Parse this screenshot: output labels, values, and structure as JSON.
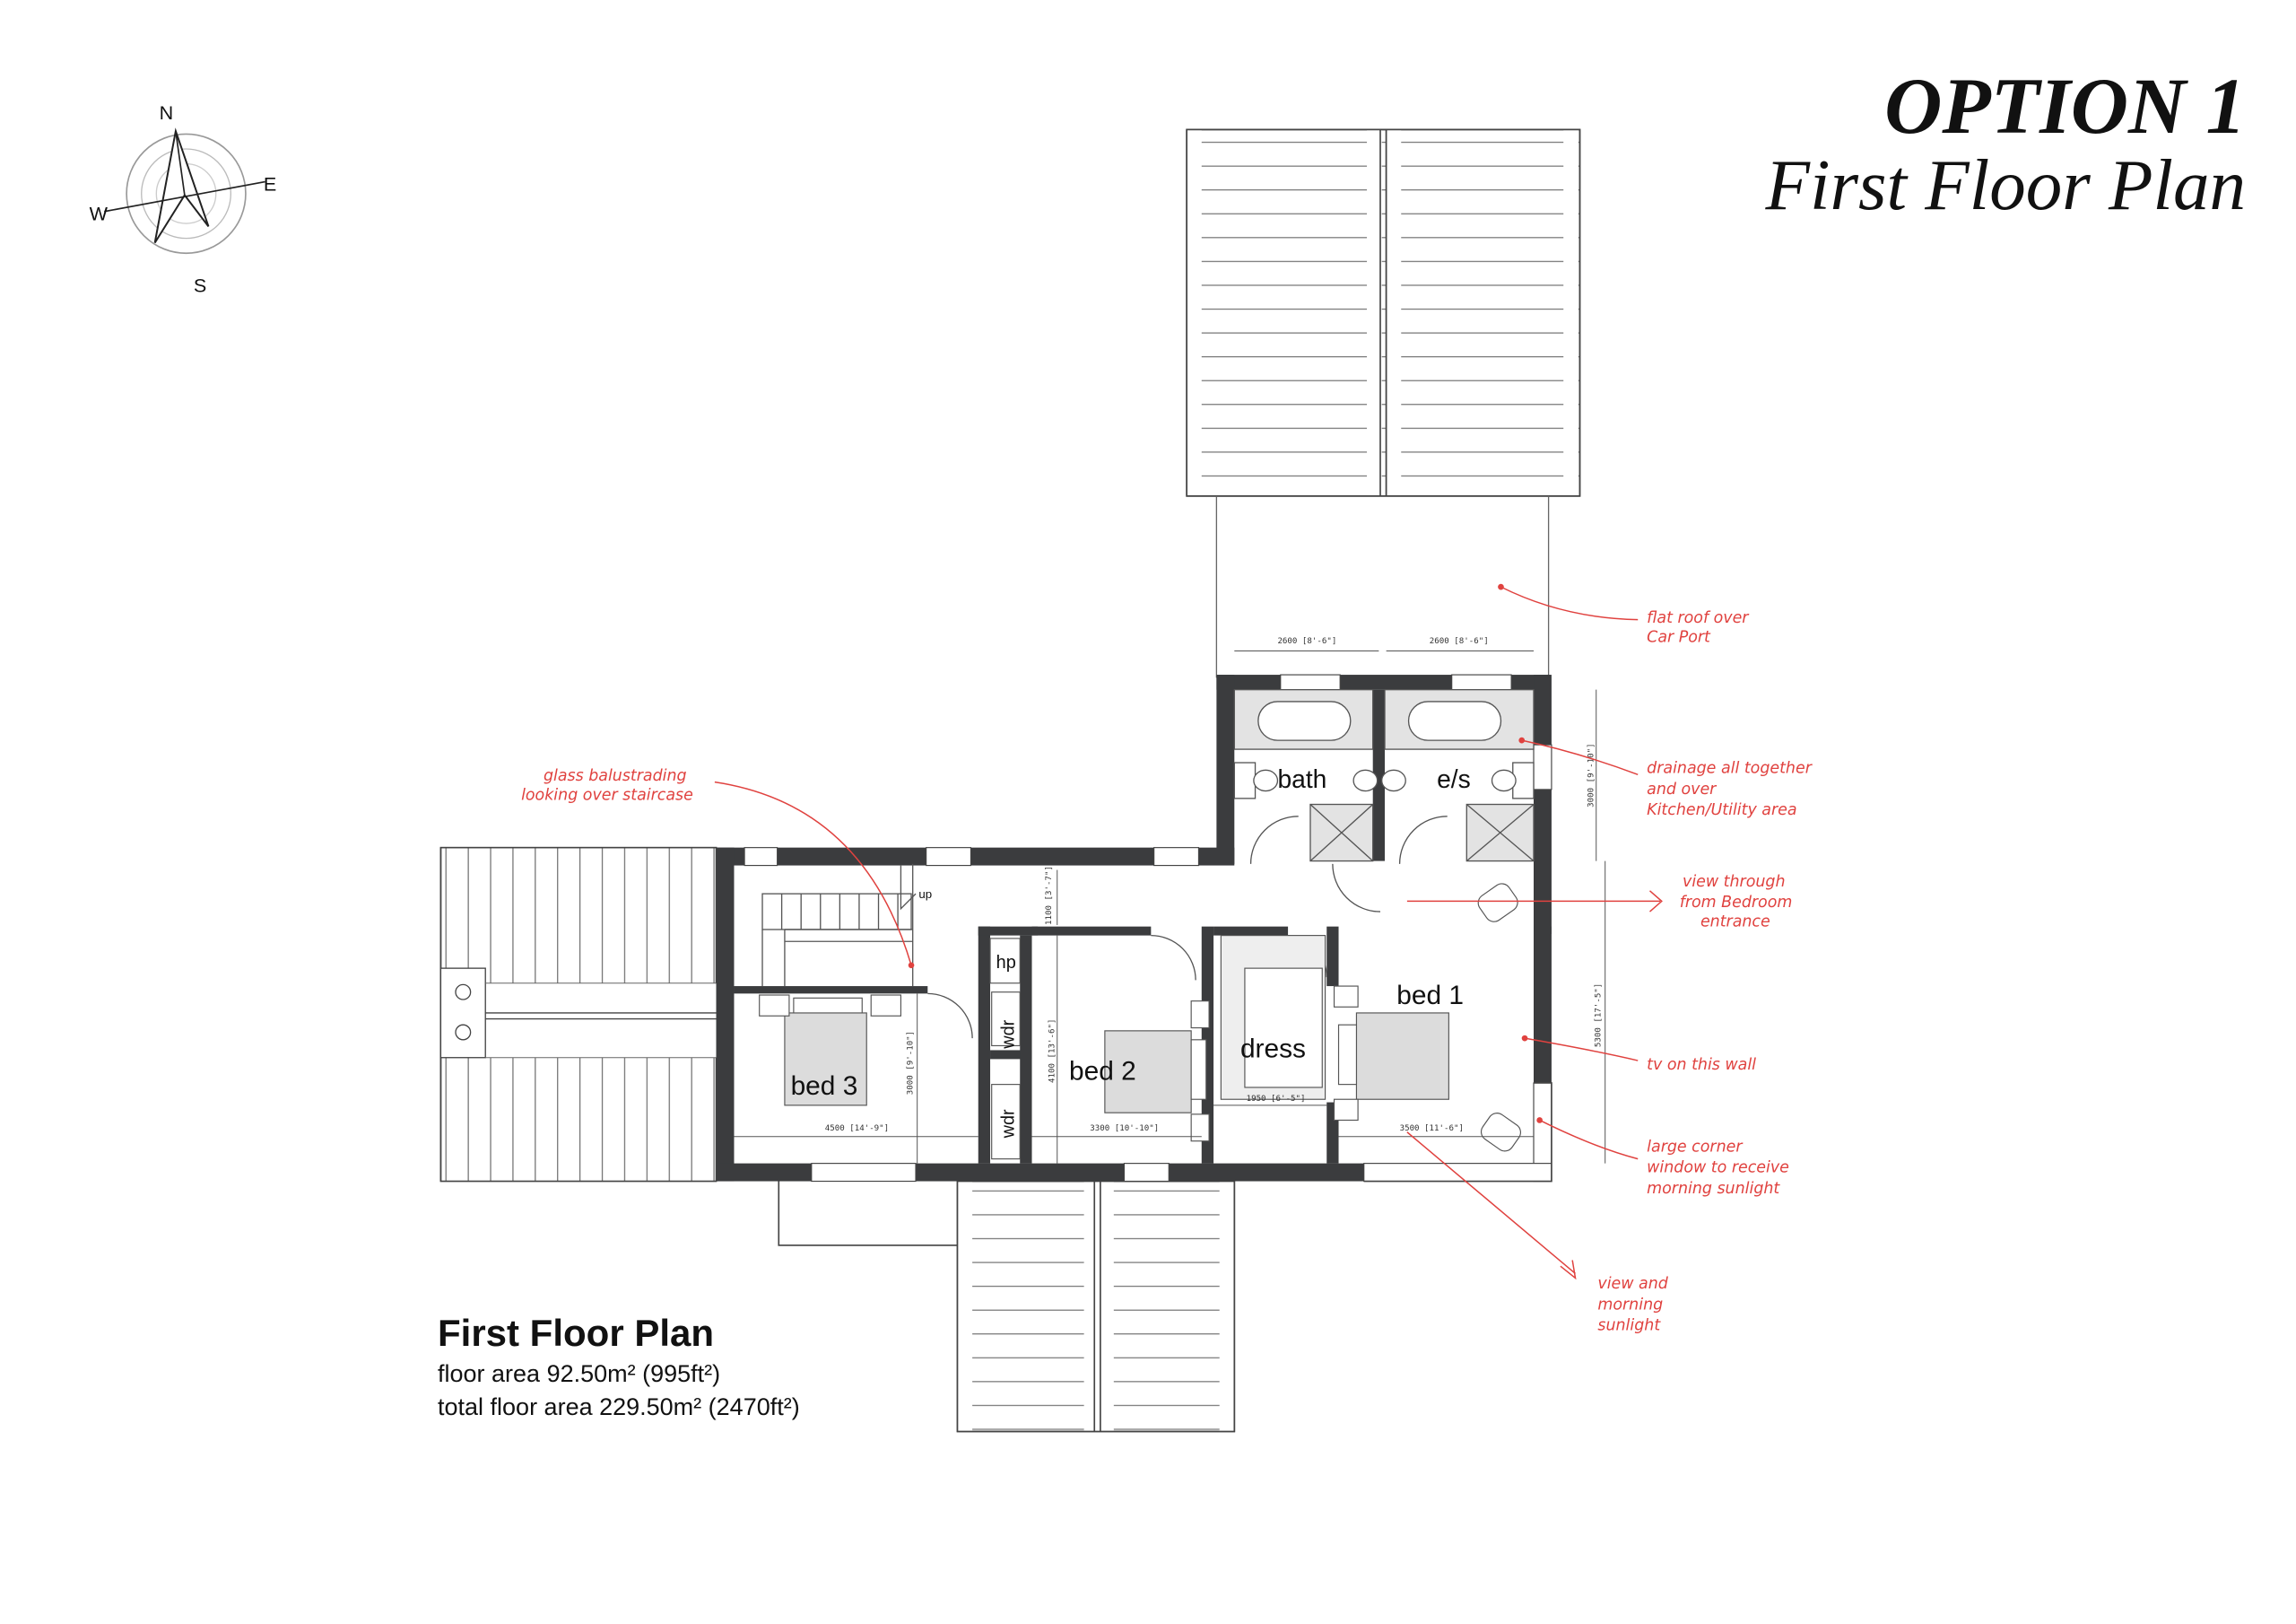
{
  "title": {
    "option": "OPTION 1",
    "subtitle": "First Floor Plan"
  },
  "compass": {
    "n": "N",
    "e": "E",
    "s": "S",
    "w": "W"
  },
  "rooms": {
    "bath": "bath",
    "ensuite": "e/s",
    "bed1": "bed 1",
    "bed2": "bed 2",
    "bed3": "bed 3",
    "dress": "dress",
    "hp": "hp",
    "wdr_upper": "wdr",
    "wdr_lower": "wdr",
    "stair_up": "up"
  },
  "dimensions": {
    "bath_width": "2600 [8'-6\"]",
    "es_width": "2600 [8'-6\"]",
    "bath_depth": "3000 [9'-10\"]",
    "landing_depth": "1100 [3'-7\"]",
    "bed2_depth": "4100 [13'-6\"]",
    "bed3_depth": "3000 [9'-10\"]",
    "bed1_depth": "5300 [17'-5\"]",
    "bed3_width": "4500 [14'-9\"]",
    "bed2_width": "3300 [10'-10\"]",
    "dress_width": "1950 [6'-5\"]",
    "bed1_width": "3500 [11'-6\"]"
  },
  "notes": {
    "carport": [
      "flat roof over",
      "Car Port"
    ],
    "drainage": [
      "drainage all together",
      "and over",
      "Kitchen/Utility area"
    ],
    "view_entrance": [
      "view through",
      "from Bedroom",
      "entrance"
    ],
    "tv": [
      "tv on this wall"
    ],
    "corner_window": [
      "large corner",
      "window to receive",
      "morning sunlight"
    ],
    "view_sunlight": [
      "view and",
      "morning",
      "sunlight"
    ],
    "balustrade": [
      "glass balustrading",
      "looking over staircase"
    ]
  },
  "caption": {
    "title": "First Floor Plan",
    "floor_area": "floor area 92.50m² (995ft²)",
    "total_area": "total floor area 229.50m² (2470ft²)"
  },
  "colors": {
    "wall": "#3b3c3e",
    "annotation": "#e0423f",
    "fixture_fill": "#e3e3e3",
    "line": "#555555"
  }
}
